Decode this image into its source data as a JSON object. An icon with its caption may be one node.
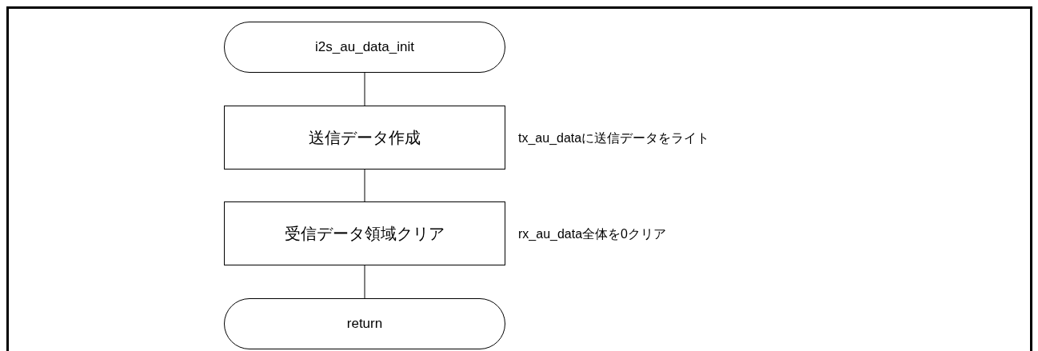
{
  "diagram": {
    "nodes": [
      {
        "text": [
          "i2s_au_data_init"
        ]
      },
      {
        "text": [
          "送信データ作成"
        ],
        "beside": [
          "tx_au_dataに送信データをライト"
        ]
      },
      {
        "text": [
          "受信データ領域クリア"
        ],
        "beside": [
          "rx_au_data全体を0クリア"
        ]
      },
      {
        "text": [
          "return"
        ]
      }
    ],
    "edges": [
      {
        "from": 0,
        "to": 1,
        "arrow": "none"
      },
      {
        "from": 1,
        "to": 2,
        "arrow": "none"
      },
      {
        "from": 2,
        "to": 3,
        "arrow": "none"
      }
    ]
  }
}
